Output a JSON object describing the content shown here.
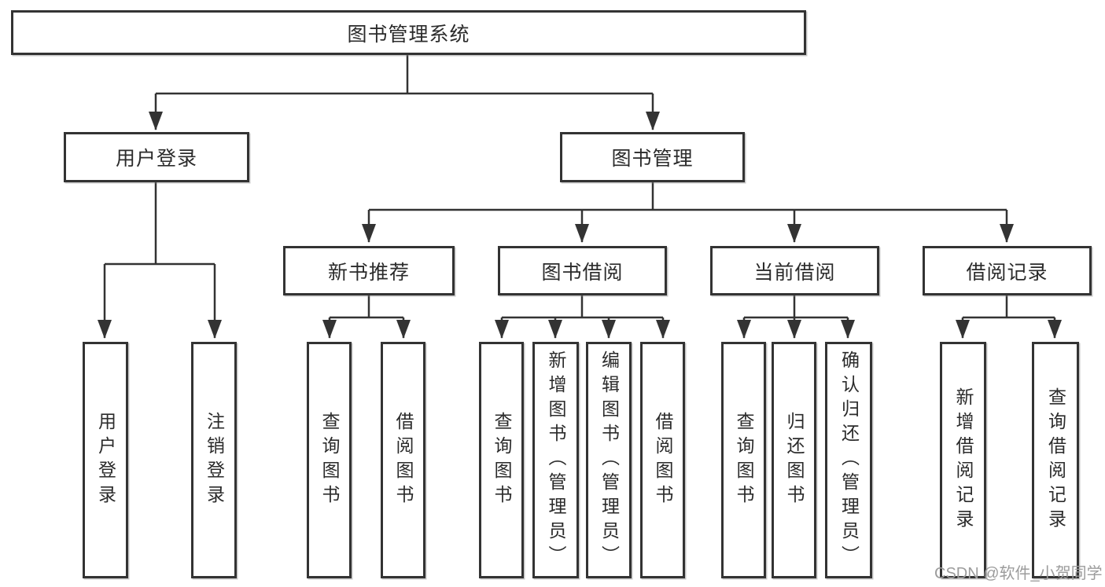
{
  "tree": {
    "root": "图书管理系统",
    "branches": [
      {
        "label": "用户登录",
        "leaves": [
          "用户登录",
          "注销登录"
        ]
      },
      {
        "label": "图书管理",
        "groups": [
          {
            "label": "新书推荐",
            "leaves": [
              "查询图书",
              "借阅图书"
            ]
          },
          {
            "label": "图书借阅",
            "leaves": [
              "查询图书",
              "新增图书（管理员）",
              "编辑图书（管理员）",
              "借阅图书"
            ]
          },
          {
            "label": "当前借阅",
            "leaves": [
              "查询图书",
              "归还图书",
              "确认归还（管理员）"
            ]
          },
          {
            "label": "借阅记录",
            "leaves": [
              "新增借阅记录",
              "查询借阅记录"
            ]
          }
        ]
      }
    ]
  },
  "watermark": "CSDN @软件_小贺同学",
  "colors": {
    "line": "#333333",
    "box_border": "#333333",
    "text": "#2b2b2b",
    "watermark": "#9c9c9c",
    "background": "#ffffff"
  }
}
